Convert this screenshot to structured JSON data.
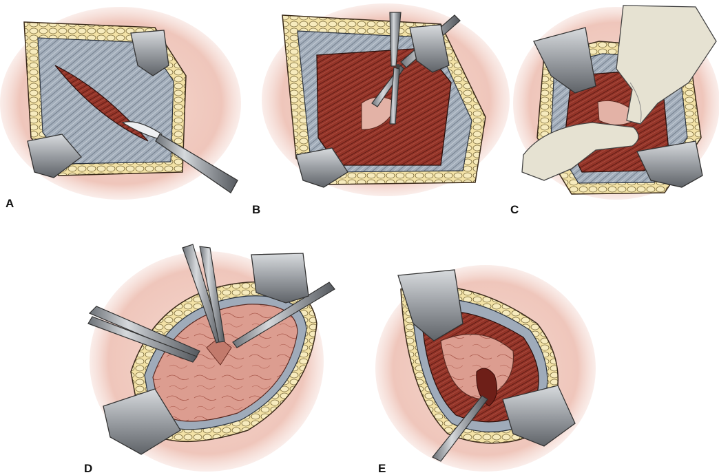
{
  "panels": [
    {
      "id": "A",
      "label": "A",
      "depicts": "fascia-incision-with-scalpel"
    },
    {
      "id": "B",
      "label": "B",
      "depicts": "muscle-split-with-scissors"
    },
    {
      "id": "C",
      "label": "C",
      "depicts": "blunt-finger-dissection"
    },
    {
      "id": "D",
      "label": "D",
      "depicts": "peritoneum-grasped-with-forceps"
    },
    {
      "id": "E",
      "label": "E",
      "depicts": "peritoneum-opened-with-scalpel"
    }
  ],
  "colors": {
    "skin": "#f0cfc6",
    "fat": "#f3e2a6",
    "fat_outline": "#7a6a3a",
    "fascia": "#9fabba",
    "muscle": "#8e2f25",
    "peritoneum": "#d9968a",
    "steel": "#9a9ea3",
    "glove": "#e6e2d2",
    "ink": "#222222"
  },
  "icons": [
    "scalpel-icon",
    "scissors-icon",
    "retractor-icon",
    "forceps-icon",
    "gloved-finger-icon"
  ]
}
